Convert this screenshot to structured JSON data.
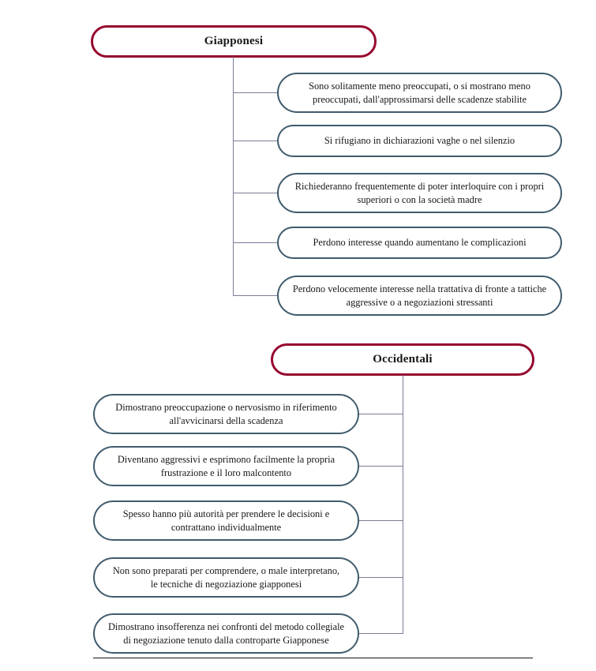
{
  "diagram": {
    "title_top": "Giapponesi",
    "title_bottom": "Occidentali",
    "colors": {
      "header_border": "#96082e",
      "node_border": "#3f5b6c",
      "connector": "#7b7b97",
      "baseline": "#16161a",
      "text": "#17171c",
      "background": "#ffffff"
    }
  },
  "groups": {
    "giapponesi": {
      "header": "Giapponesi",
      "items": [
        {
          "text": "Sono solitamente meno preoccupati, o si mostrano meno\npreoccupati, dall'approssimarsi delle scadenze stabilite"
        },
        {
          "text": "Si rifugiano in dichiarazioni vaghe o nel silenzio"
        },
        {
          "text": "Richiederanno frequentemente di poter interloquire con i propri\nsuperiori o con la società madre"
        },
        {
          "text": "Perdono interesse quando aumentano le complicazioni"
        },
        {
          "text": "Perdono velocemente interesse nella trattativa di fronte a tattiche\naggressive o a negoziazioni stressanti"
        }
      ]
    },
    "occidentali": {
      "header": "Occidentali",
      "items": [
        {
          "text": "Dimostrano preoccupazione o nervosismo in riferimento\nall'avvicinarsi della scadenza"
        },
        {
          "text": "Diventano aggressivi e esprimono facilmente la propria\nfrustrazione e il loro malcontento"
        },
        {
          "text": "Spesso hanno più autorità per prendere le decisioni e\ncontrattano individualmente"
        },
        {
          "text": "Non sono preparati per comprendere, o male interpretano,\nle tecniche di negoziazione giapponesi"
        },
        {
          "text": "Dimostrano insofferenza nei confronti del metodo collegiale\ndi negoziazione tenuto dalla controparte Giapponese"
        }
      ]
    }
  }
}
